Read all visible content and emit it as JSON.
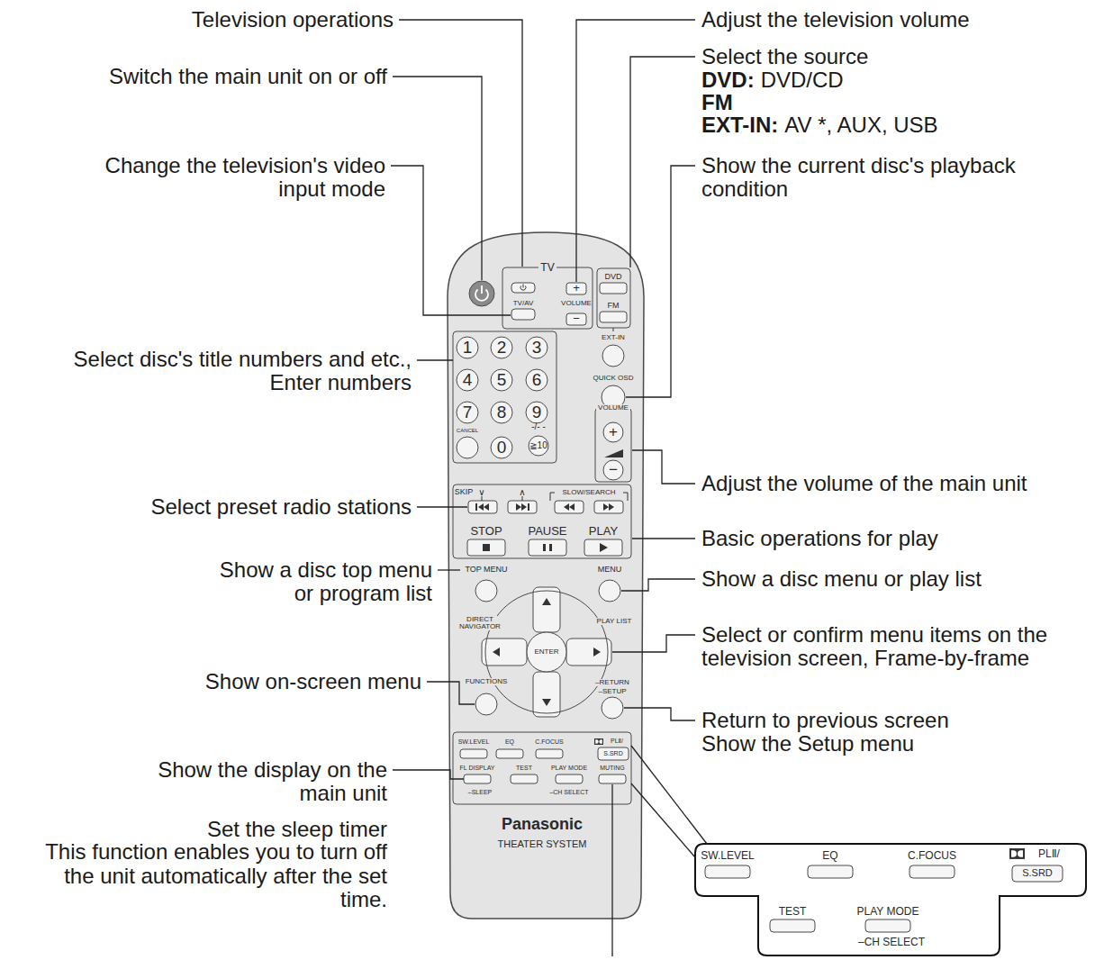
{
  "diagram": {
    "labels": [
      "Television operations",
      "Switch the main unit on or off",
      "Change the television's video input mode",
      "Select disc's title numbers and etc., Enter numbers",
      "Select preset radio stations",
      "Show a disc top menu or program list",
      "Show on-screen menu",
      "Show the display on the main unit",
      "Set the sleep timer",
      "This function enables you to turn off the unit automatically after the set time.",
      "Adjust the television volume",
      "Select the source",
      "DVD:",
      "DVD/CD",
      "FM",
      "EXT-IN:",
      "AV *, AUX, USB",
      "Show the current disc's playback condition",
      "Adjust the volume of the main unit",
      "Basic operations for play",
      "Show a disc menu or play list",
      "Select or confirm menu items on the television screen, Frame-by-frame",
      "Return to previous screen",
      "Show the Setup menu",
      "TV",
      "TV/AV",
      "VOLUME",
      "+",
      "−",
      "DVD",
      "FM",
      "EXT-IN",
      "1",
      "2",
      "3",
      "4",
      "5",
      "6",
      "7",
      "8",
      "9",
      "0",
      "CANCEL",
      "-/- -",
      "≧10",
      "QUICK OSD",
      "VOLUME",
      "+",
      "−",
      "SKIP",
      "∨",
      "∧",
      "SLOW/SEARCH",
      "STOP",
      "PAUSE",
      "PLAY",
      "TOP MENU",
      "MENU",
      "DIRECT NAVIGATOR",
      "PLAY LIST",
      "ENTER",
      "FUNCTIONS",
      "–RETURN",
      "–SETUP",
      "SW.LEVEL",
      "EQ",
      "C.FOCUS",
      "PLⅡ/",
      "S.SRD",
      "FL DISPLAY",
      "–SLEEP",
      "TEST",
      "PLAY MODE",
      "–CH SELECT",
      "MUTING",
      "Panasonic",
      "THEATER SYSTEM",
      "SW.LEVEL",
      "EQ",
      "C.FOCUS",
      "PLⅡ/",
      "S.SRD",
      "TEST",
      "PLAY MODE",
      "–CH SELECT"
    ]
  }
}
